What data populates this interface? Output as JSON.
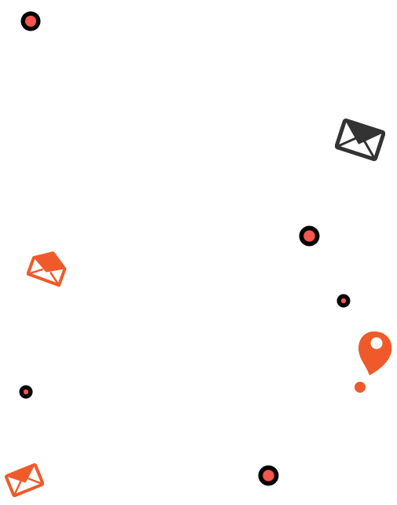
{
  "colors": {
    "accent": "#f05a2b",
    "dot_fill": "#f5564f",
    "dark": "#333333",
    "outline": "#000000",
    "background": "#ffffff"
  },
  "decorations": {
    "dots": [
      "dot-icon",
      "dot-icon",
      "dot-icon",
      "dot-icon",
      "dot-icon"
    ],
    "envelopes": [
      "envelope-icon-dark",
      "envelope-icon-orange",
      "envelope-icon-orange-open"
    ],
    "pins": [
      "map-pin-icon"
    ]
  }
}
